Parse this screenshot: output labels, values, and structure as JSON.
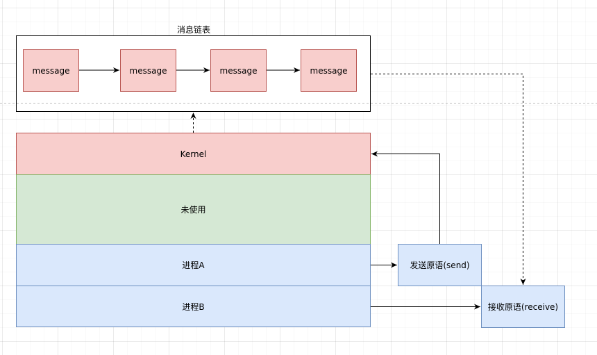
{
  "diagram": {
    "list_title": "消息链表",
    "messages": [
      "message",
      "message",
      "message",
      "message"
    ],
    "memory": {
      "kernel": "Kernel",
      "unused": "未使用",
      "process_a": "进程A",
      "process_b": "进程B"
    },
    "primitives": {
      "send": "发送原语(send)",
      "receive": "接收原语(receive)"
    }
  },
  "colors": {
    "red_fill": "#f8cecc",
    "red_stroke": "#b85450",
    "green_fill": "#d5e8d4",
    "green_stroke": "#82b366",
    "blue_fill": "#dae8fc",
    "blue_stroke": "#6c8ebf"
  }
}
